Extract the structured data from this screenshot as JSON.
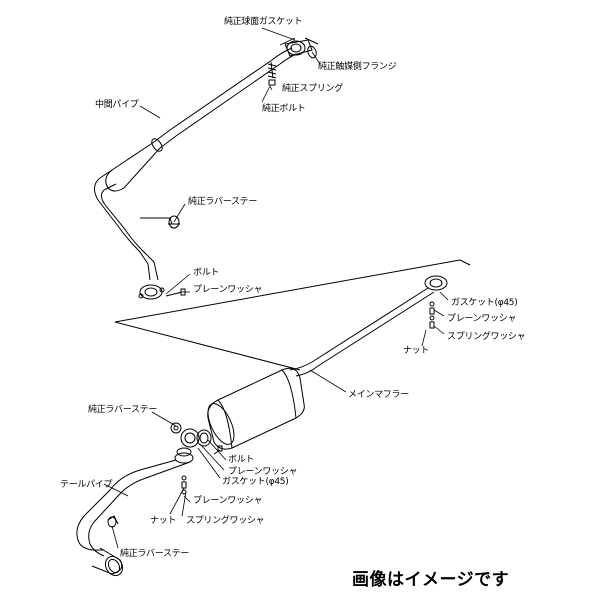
{
  "labels": {
    "junsei_kyumen_gasket": "純正球面ガスケット",
    "junsei_shokubai_flange": "純正触媒側フランジ",
    "junsei_spring": "純正スプリング",
    "junsei_bolt": "純正ボルト",
    "chukan_pipe": "中間パイプ",
    "junsei_rubber_stay_1": "純正ラバーステー",
    "bolt_1": "ボルト",
    "plain_washer_1": "プレーンワッシャ",
    "gasket_45_1": "ガスケット(φ45)",
    "plain_washer_2": "プレーンワッシャ",
    "nut_1": "ナット",
    "spring_washer_1": "スプリングワッシャ",
    "main_muffler": "メインマフラー",
    "junsei_rubber_stay_2": "純正ラバーステー",
    "bolt_2": "ボルト",
    "plain_washer_3": "プレーンワッシャ",
    "gasket_45_2": "ガスケット(φ45)",
    "tail_pipe": "テールパイプ",
    "plain_washer_4": "プレーンワッシャ",
    "nut_2": "ナット",
    "spring_washer_2": "スプリングワッシャ",
    "junsei_rubber_stay_3": "純正ラバーステー"
  },
  "caption": "画像はイメージです"
}
